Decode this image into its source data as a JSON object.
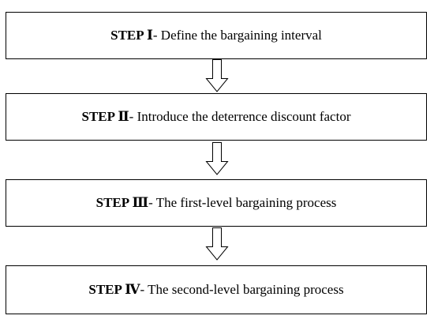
{
  "steps": [
    {
      "label": "STEP Ⅰ",
      "text": " - Define the bargaining interval"
    },
    {
      "label": "STEP Ⅱ",
      "text": " - Introduce the deterrence discount factor"
    },
    {
      "label": "STEP Ⅲ",
      "text": "- The first-level bargaining process"
    },
    {
      "label": "STEP Ⅳ",
      "text": "- The second-level bargaining process"
    }
  ]
}
